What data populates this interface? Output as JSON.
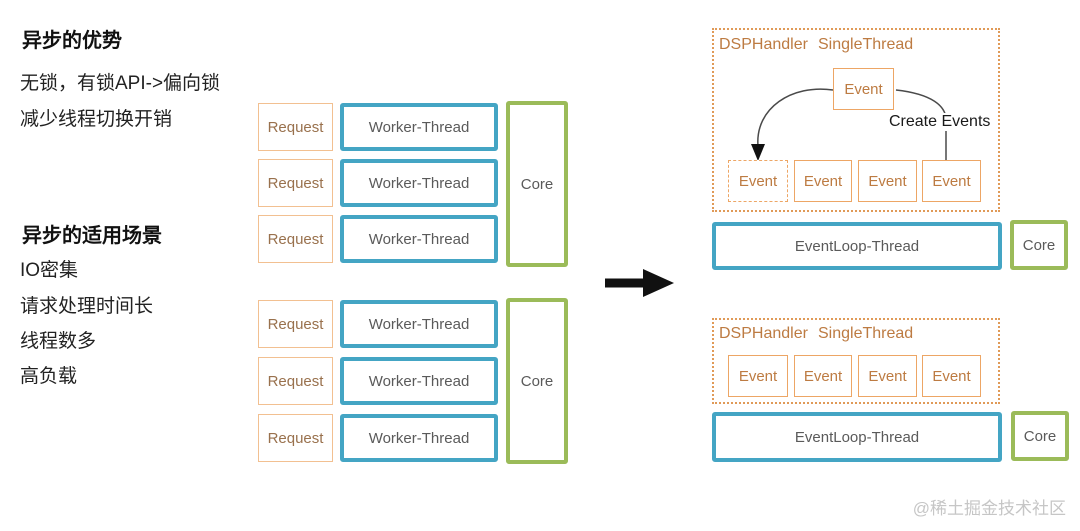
{
  "left_panel": {
    "sections": [
      {
        "heading": "异步的优势",
        "items": [
          "无锁，有锁API->偏向锁",
          "减少线程切换开销"
        ]
      },
      {
        "heading": "异步的适用场景",
        "items": [
          "IO密集",
          "请求处理时间长",
          "线程数多",
          "高负载"
        ]
      }
    ]
  },
  "thread_model": {
    "groups": [
      {
        "rows": [
          {
            "request": "Request",
            "worker": "Worker-Thread"
          },
          {
            "request": "Request",
            "worker": "Worker-Thread"
          },
          {
            "request": "Request",
            "worker": "Worker-Thread"
          }
        ],
        "core": "Core"
      },
      {
        "rows": [
          {
            "request": "Request",
            "worker": "Worker-Thread"
          },
          {
            "request": "Request",
            "worker": "Worker-Thread"
          },
          {
            "request": "Request",
            "worker": "Worker-Thread"
          }
        ],
        "core": "Core"
      }
    ]
  },
  "transition_arrow": {
    "icon": "right-arrow",
    "color": "#111111"
  },
  "event_model": {
    "top_group": {
      "handler_label": "DSPHandler",
      "thread_label": "SingleThread",
      "source_event": "Event",
      "create_events_label": "Create Events",
      "events": [
        "Event",
        "Event",
        "Event",
        "Event"
      ],
      "eventloop": "EventLoop-Thread",
      "core": "Core"
    },
    "bottom_group": {
      "handler_label": "DSPHandler",
      "thread_label": "SingleThread",
      "events": [
        "Event",
        "Event",
        "Event",
        "Event"
      ],
      "eventloop": "EventLoop-Thread",
      "core": "Core"
    }
  },
  "watermark": "@稀土掘金技术社区",
  "colors": {
    "teal": "#44a5c4",
    "green": "#9bbb59",
    "orange_border": "#eda665",
    "orange_light_border": "#f2c091",
    "orange_text": "#bd7b42",
    "box_text": "#5a5a5a",
    "arrow": "#111111",
    "watermark": "#c6c6c6"
  }
}
